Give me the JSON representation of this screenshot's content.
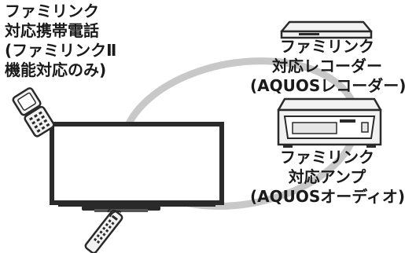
{
  "labels": {
    "phone": {
      "line1": "ファミリンク",
      "line2": "対応携帯電話",
      "line3": "(ファミリンクⅡ",
      "line4": "機能対応のみ)"
    },
    "recorder": {
      "line1": "ファミリンク",
      "line2": "対応レコーダー",
      "line3": "(AQUOSレコーダー)"
    },
    "amplifier": {
      "line1": "ファミリンク",
      "line2": "対応アンプ",
      "line3": "(AQUOSオーディオ)"
    }
  },
  "colors": {
    "link_ring": "#c8c8c8",
    "outline": "#2a2a2a",
    "device_fill": "#f2f2f2",
    "screen_fill": "#ffffff"
  },
  "icons": [
    "mobile-phone-icon",
    "tv-icon",
    "remote-control-icon",
    "recorder-icon",
    "amplifier-icon"
  ]
}
